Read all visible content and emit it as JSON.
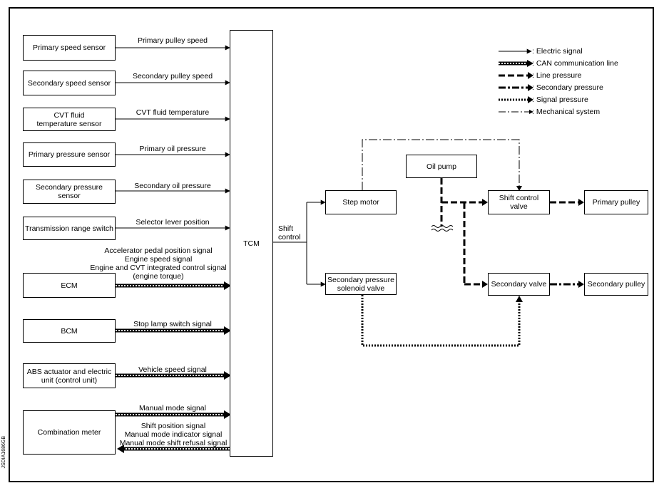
{
  "tcm": "TCM",
  "shift_control": "Shift\ncontrol",
  "inputs": [
    {
      "box": "Primary speed sensor",
      "signal": "Primary pulley speed"
    },
    {
      "box": "Secondary speed sensor",
      "signal": "Secondary pulley speed"
    },
    {
      "box": "CVT fluid\ntemperature sensor",
      "signal": "CVT fluid temperature"
    },
    {
      "box": "Primary pressure sensor",
      "signal": "Primary oil pressure"
    },
    {
      "box": "Secondary pressure sensor",
      "signal": "Secondary oil pressure"
    },
    {
      "box": "Transmission range switch",
      "signal": "Selector lever position"
    },
    {
      "box": "ECM",
      "signal": "Accelerator pedal position signal\nEngine speed signal\nEngine and CVT integrated control signal\n(engine torque)"
    },
    {
      "box": "BCM",
      "signal": "Stop lamp switch signal"
    },
    {
      "box": "ABS actuator and electric\nunit (control unit)",
      "signal": "Vehicle speed signal"
    },
    {
      "box": "Combination meter",
      "signal": "Manual mode signal",
      "return_signal": "Shift position signal\nManual mode indicator signal\nManual mode shift refusal signal"
    }
  ],
  "components": {
    "step_motor": "Step motor",
    "secondary_pressure_solenoid": "Secondary pressure\nsolenoid valve",
    "oil_pump": "Oil pump",
    "shift_control_valve": "Shift control valve",
    "secondary_valve": "Secondary valve",
    "primary_pulley": "Primary pulley",
    "secondary_pulley": "Secondary pulley"
  },
  "legend": [
    {
      "style": "electric",
      "label": ": Electric signal"
    },
    {
      "style": "can",
      "label": ": CAN communication line"
    },
    {
      "style": "line",
      "label": ": Line pressure"
    },
    {
      "style": "secondary",
      "label": ": Secondary pressure"
    },
    {
      "style": "signal",
      "label": ": Signal pressure"
    },
    {
      "style": "mechanical",
      "label": ": Mechanical system"
    }
  ],
  "figure_code": "JSDIA1686GB"
}
